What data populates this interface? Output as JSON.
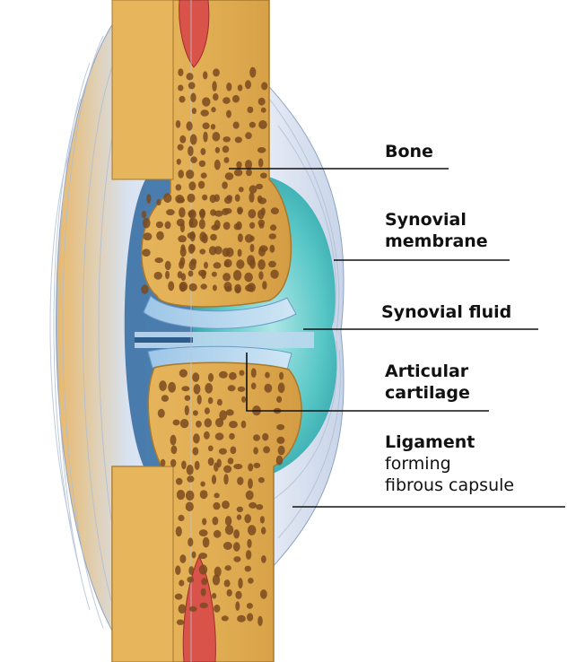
{
  "labels": {
    "bone": "Bone",
    "synovial_membrane_1": "Synovial",
    "synovial_membrane_2": "membrane",
    "synovial_fluid": "Synovial fluid",
    "articular_cartilage_1": "Articular",
    "articular_cartilage_2": "cartilage",
    "ligament": "Ligament",
    "ligament_sub_1": "forming",
    "ligament_sub_2": "fibrous capsule"
  },
  "colors": {
    "bone": "#e3b257",
    "bone_dark": "#c48c35",
    "marrow": "#d9534a",
    "trabeculae": "#7a4a1e",
    "cartilage": "#bcd8ee",
    "synovial_fluid": "#4fc3c4",
    "ligament": "#c9d6ea",
    "leader_line": "#111111"
  }
}
